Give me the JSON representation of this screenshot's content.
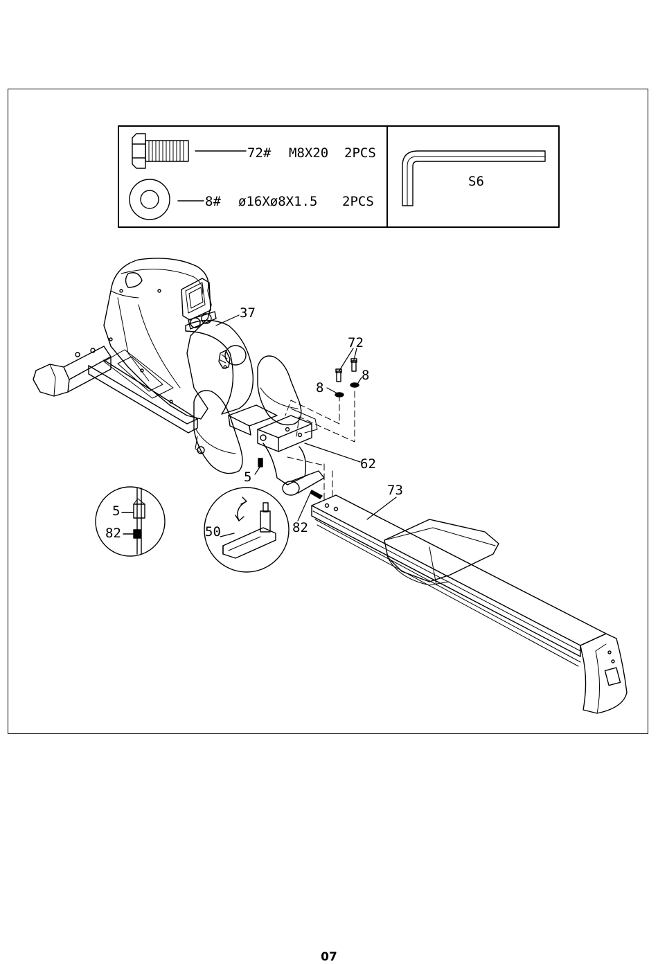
{
  "hardware": {
    "bolt": {
      "part": "72#",
      "spec": "M8X20",
      "qty": "2PCS"
    },
    "washer": {
      "part": "8#",
      "spec": "ø16Xø8X1.5",
      "qty": "2PCS"
    },
    "tool": {
      "size": "S6"
    }
  },
  "callouts": {
    "frame": "37",
    "bolt_top": "72",
    "washer_left": "8",
    "washer_right": "8",
    "bracket": "62",
    "rail": "73",
    "pin": "5",
    "detail_pin": "5",
    "detail_spring": "82",
    "lever": "82",
    "detail_lever": "50"
  },
  "footer": {
    "page": "07"
  }
}
